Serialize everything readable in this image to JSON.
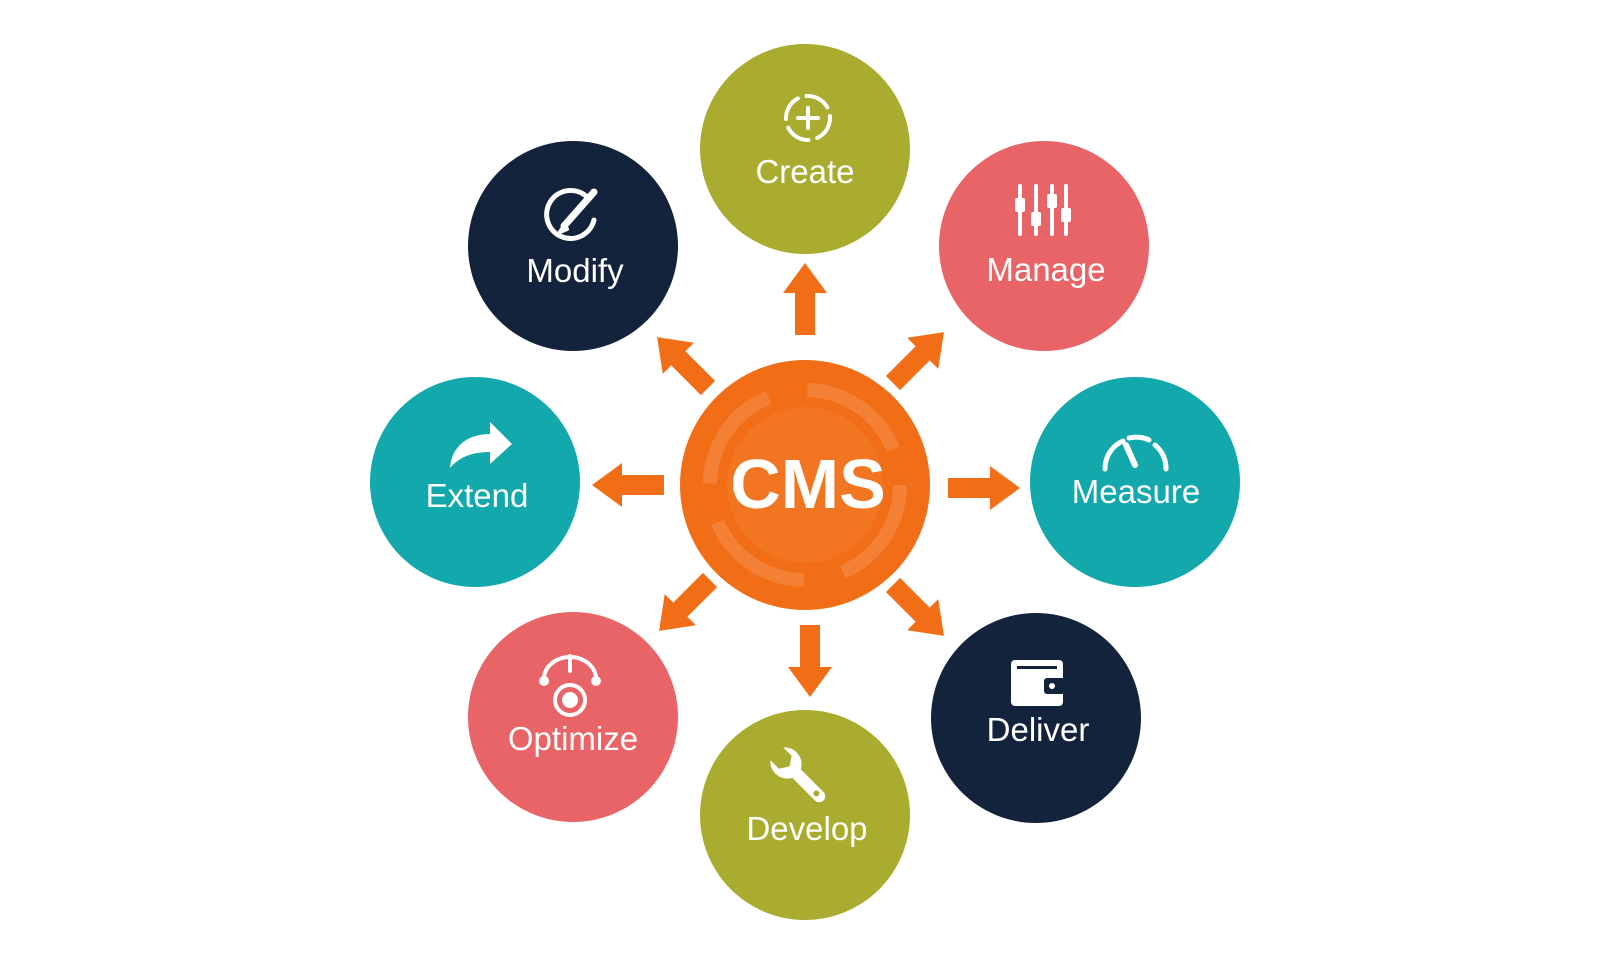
{
  "hub": {
    "label": "CMS",
    "color": "#f26e16"
  },
  "arrow_color": "#f26e16",
  "nodes": {
    "create": {
      "label": "Create",
      "color": "#aaac2f",
      "icon": "crosshair-plus-icon"
    },
    "manage": {
      "label": "Manage",
      "color": "#e86466",
      "icon": "sliders-icon"
    },
    "measure": {
      "label": "Measure",
      "color": "#13a8ac",
      "icon": "gauge-icon"
    },
    "deliver": {
      "label": "Deliver",
      "color": "#14233c",
      "icon": "wallet-icon"
    },
    "develop": {
      "label": "Develop",
      "color": "#aaac2f",
      "icon": "wrench-icon"
    },
    "optimize": {
      "label": "Optimize",
      "color": "#e86466",
      "icon": "target-gauge-icon"
    },
    "extend": {
      "label": "Extend",
      "color": "#13a8ac",
      "icon": "share-arrow-icon"
    },
    "modify": {
      "label": "Modify",
      "color": "#14233c",
      "icon": "edit-pencil-icon"
    }
  }
}
